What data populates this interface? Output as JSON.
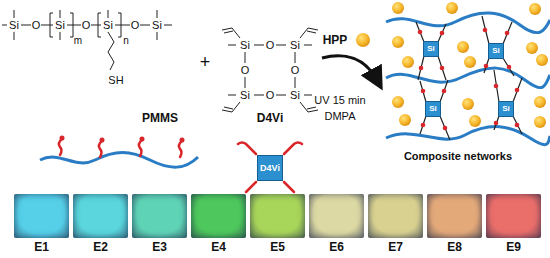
{
  "diagram": {
    "nodes": [
      {
        "text": [
          "D4Vi"
        ]
      },
      {
        "text": [
          "Si"
        ]
      },
      {
        "text": [
          "Si"
        ]
      },
      {
        "text": [
          "Si"
        ]
      },
      {
        "text": [
          "Si"
        ]
      },
      {
        "text": [
          "E1"
        ]
      },
      {
        "text": [
          "E2"
        ]
      },
      {
        "text": [
          "E3"
        ]
      },
      {
        "text": [
          "E4"
        ]
      },
      {
        "text": [
          "E5"
        ]
      },
      {
        "text": [
          "E6"
        ]
      },
      {
        "text": [
          "E7"
        ]
      },
      {
        "text": [
          "E8"
        ]
      },
      {
        "text": [
          "E9"
        ]
      }
    ],
    "labels": [
      "PMMS",
      "D4Vi",
      "HPP",
      "UV 15 min",
      "DMPA",
      "Composite networks",
      "Si",
      "O",
      "Si",
      "m",
      "O",
      "Si",
      "n",
      "O",
      "Si",
      "SH",
      "Si",
      "O",
      "Si",
      "O",
      "O",
      "Si",
      "O",
      "Si",
      "+"
    ]
  }
}
